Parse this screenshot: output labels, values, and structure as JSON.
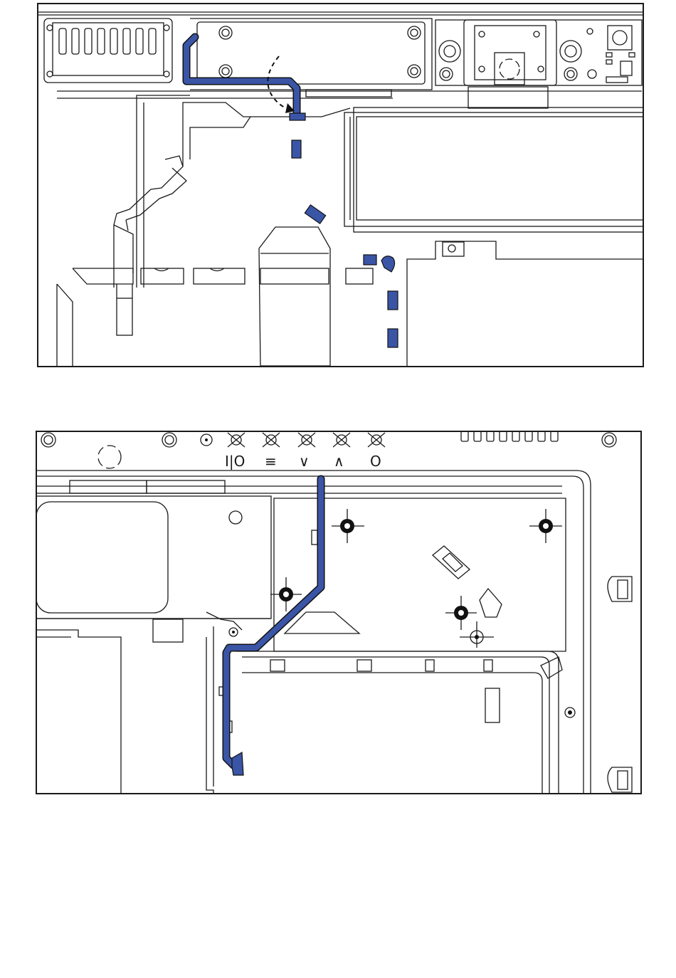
{
  "diagram": {
    "accent_color": "#3a55a6",
    "line_color": "#1a1a1a",
    "top_panel": {
      "route_arrow": "dashed-curved-arrow"
    },
    "bottom_panel": {
      "button_labels": [
        "I|O",
        "≡",
        "∨",
        "∧",
        "O"
      ]
    }
  }
}
